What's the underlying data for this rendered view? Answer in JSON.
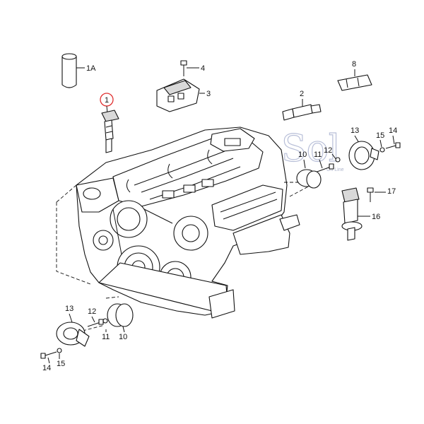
{
  "diagram": {
    "labels": {
      "l1a": "1A",
      "l1": "1",
      "l2": "2",
      "l3": "3",
      "l4": "4",
      "l8": "8",
      "l10_top": "10",
      "l11_top": "11",
      "l12_top": "12",
      "l13_top": "13",
      "l14_top": "14",
      "l15_top": "15",
      "l16": "16",
      "l17": "17",
      "l10_bot": "10",
      "l11_bot": "11",
      "l12_bot": "12",
      "l13_bot": "13",
      "l14_bot": "14",
      "l15_bot": "15"
    },
    "highlight_color": "#e03030",
    "watermark": {
      "logo": "Sol",
      "tagline": "On Line"
    }
  }
}
